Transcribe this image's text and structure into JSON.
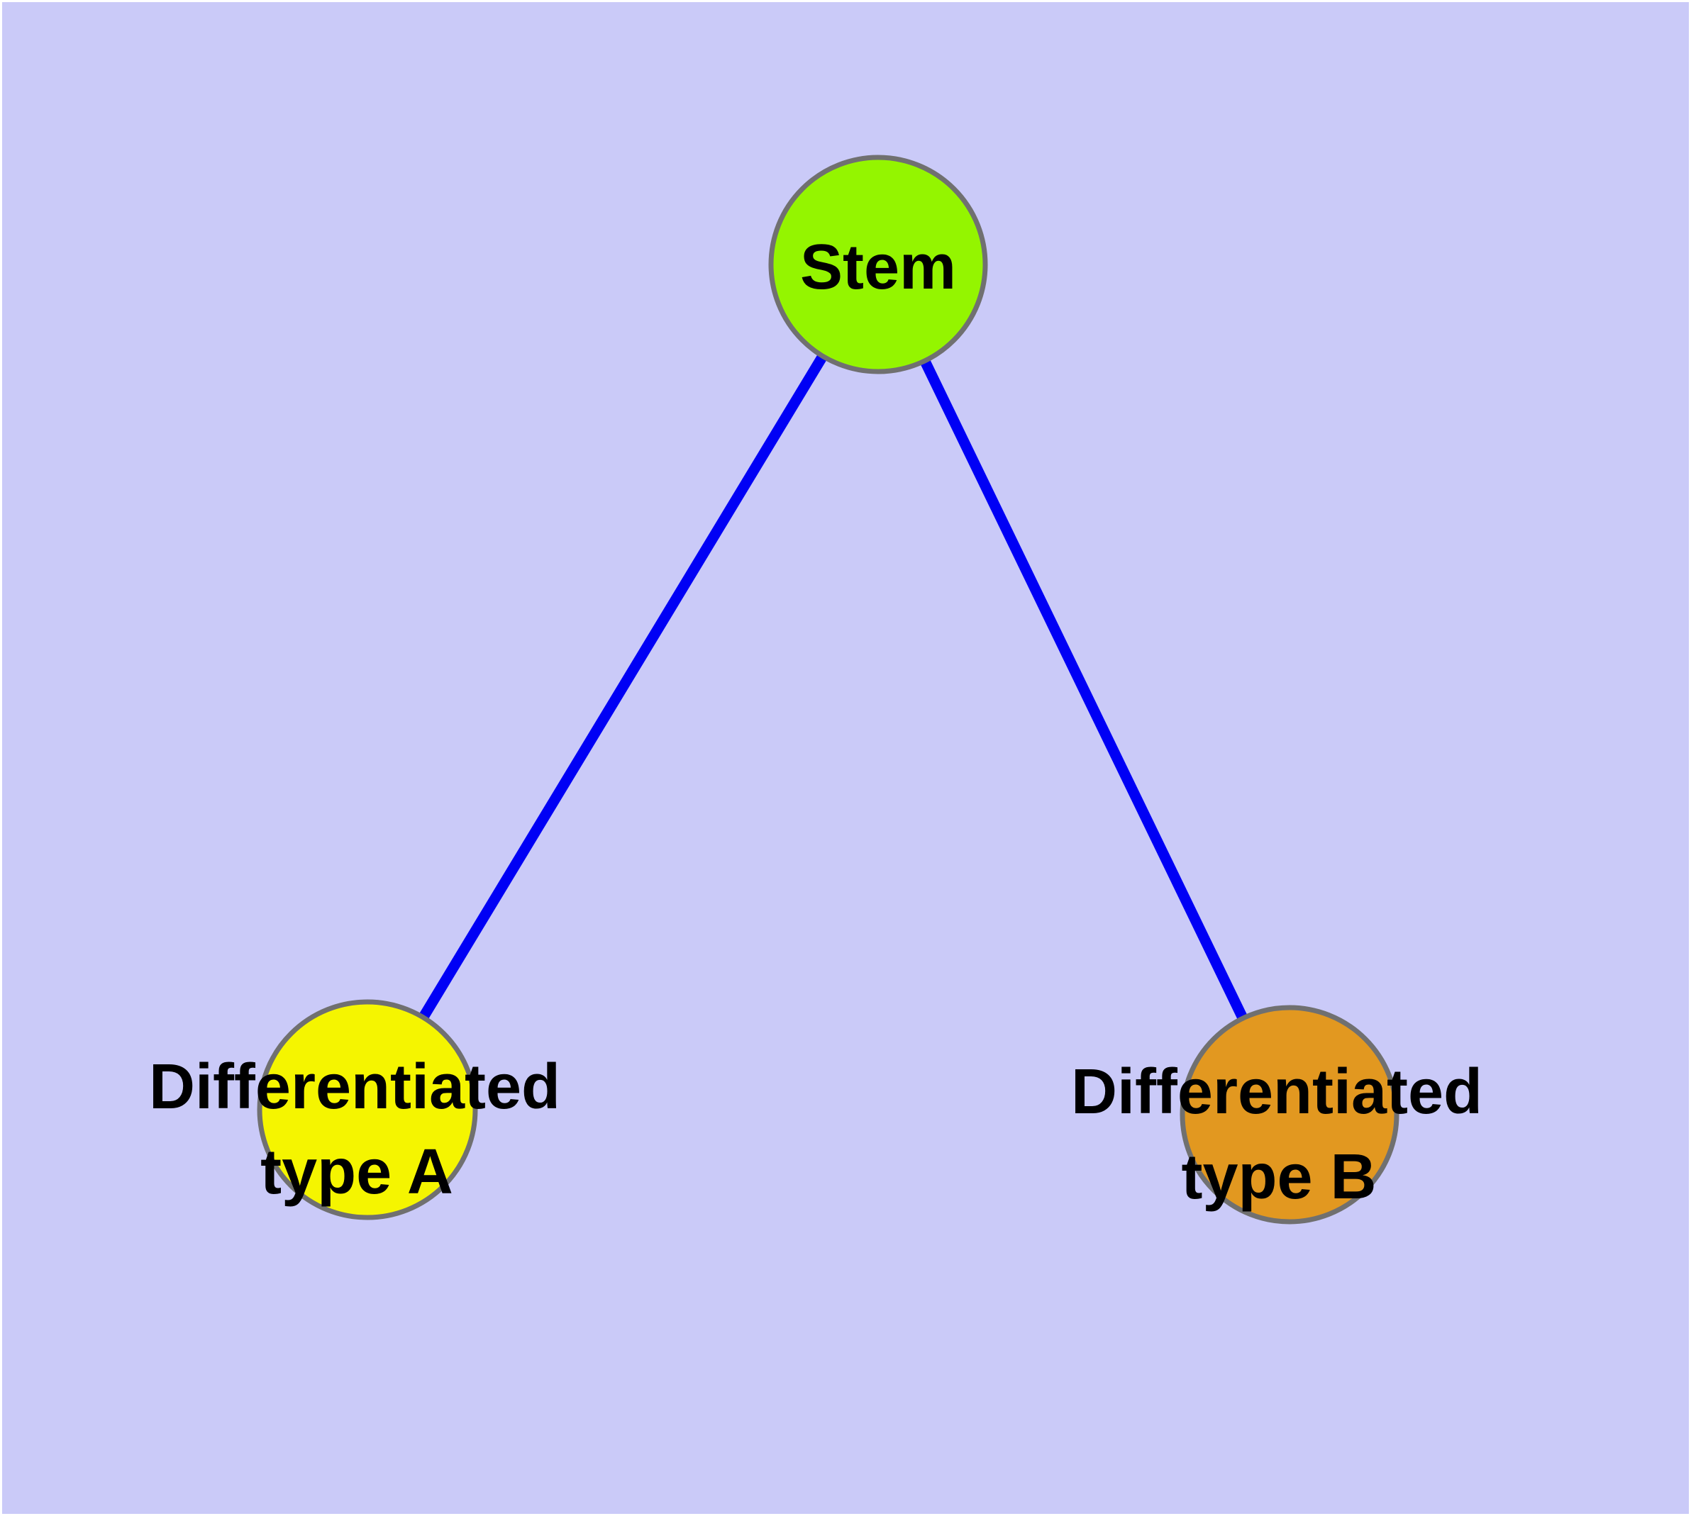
{
  "diagram": {
    "title": "Stem cell differentiation graph",
    "background_color": "#cacaf8",
    "frame_color": "#ffffff",
    "edge_color": "#0000f5",
    "node_border_color": "#707070",
    "label_color": "#000000",
    "nodes": [
      {
        "id": "stem",
        "label": "Stem",
        "fill": "#94f500"
      },
      {
        "id": "type-a",
        "label_line1": "Differentiated",
        "label_line2": "type A",
        "fill": "#f5f500"
      },
      {
        "id": "type-b",
        "label_line1": "Differentiated",
        "label_line2": "type B",
        "fill": "#e29820"
      }
    ],
    "edges": [
      {
        "from": "stem",
        "to": "type-a"
      },
      {
        "from": "stem",
        "to": "type-b"
      }
    ]
  }
}
